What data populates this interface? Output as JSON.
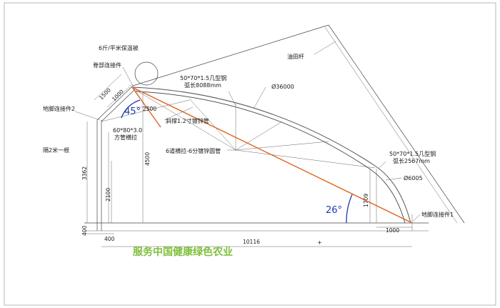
{
  "labels": {
    "blanket": "6斤/平米保温被",
    "ridge_connector": "脊部连接件",
    "pipe": "油田杆",
    "steel_upper_1": "50*70*1.5几型钢",
    "steel_upper_2": "弧长8088mm",
    "dia_top": "Ø36000",
    "foot_connector_2": "地脚连接件2",
    "brace": "斜撑1.2寸镀锌管",
    "tie_1": "60*80*3.0",
    "tie_2": "方管横拉",
    "spacing": "隔2米一根",
    "cross_ties": "6道横拉-6分镀锌圆管",
    "steel_lower_1": "50*70*1.5几型钢",
    "steel_lower_2": "弧长2567mm",
    "dia_lower": "Ø6005",
    "foot_connector_1": "地脚连接件1"
  },
  "angles": {
    "top": "45°",
    "bottom": "26°"
  },
  "dimensions": {
    "d1500": "1500",
    "d1000_top": "1000",
    "d2500": "2500",
    "d4500": "4500",
    "d3362": "3362",
    "d2100": "2100",
    "d400_v": "400",
    "d400_h": "400",
    "d10116": "10116",
    "d1709": "1709",
    "d1000_bottom": "1000"
  },
  "slogan": "服务中国健康绿色农业",
  "colors": {
    "orange_line": "#e0621e",
    "angle_blue": "#1f3aa8",
    "slogan_green": "#7fbf3b"
  }
}
